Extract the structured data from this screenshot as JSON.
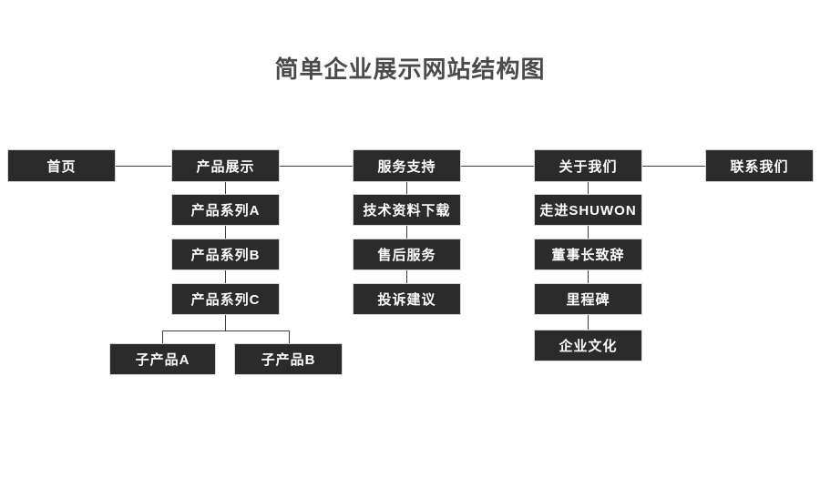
{
  "title": "简单企业展示网站结构图",
  "colors": {
    "background": "#ffffff",
    "node_fill": "#2b2b2b",
    "node_border": "#d6d6d6",
    "node_text": "#ffffff",
    "connector": "#3f3f3f",
    "title_text": "#4a4a4a"
  },
  "sitemap": {
    "home": {
      "label": "首页"
    },
    "products": {
      "label": "产品展示",
      "children": [
        {
          "label": "产品系列A"
        },
        {
          "label": "产品系列B"
        },
        {
          "label": "产品系列C"
        }
      ],
      "grandchildren": [
        {
          "label": "子产品A"
        },
        {
          "label": "子产品B"
        }
      ]
    },
    "services": {
      "label": "服务支持",
      "children": [
        {
          "label": "技术资料下载"
        },
        {
          "label": "售后服务"
        },
        {
          "label": "投诉建议"
        }
      ]
    },
    "about": {
      "label": "关于我们",
      "children": [
        {
          "label": "走进SHUWON"
        },
        {
          "label": "董事长致辞"
        },
        {
          "label": "里程碑"
        },
        {
          "label": "企业文化"
        }
      ]
    },
    "contact": {
      "label": "联系我们"
    }
  }
}
